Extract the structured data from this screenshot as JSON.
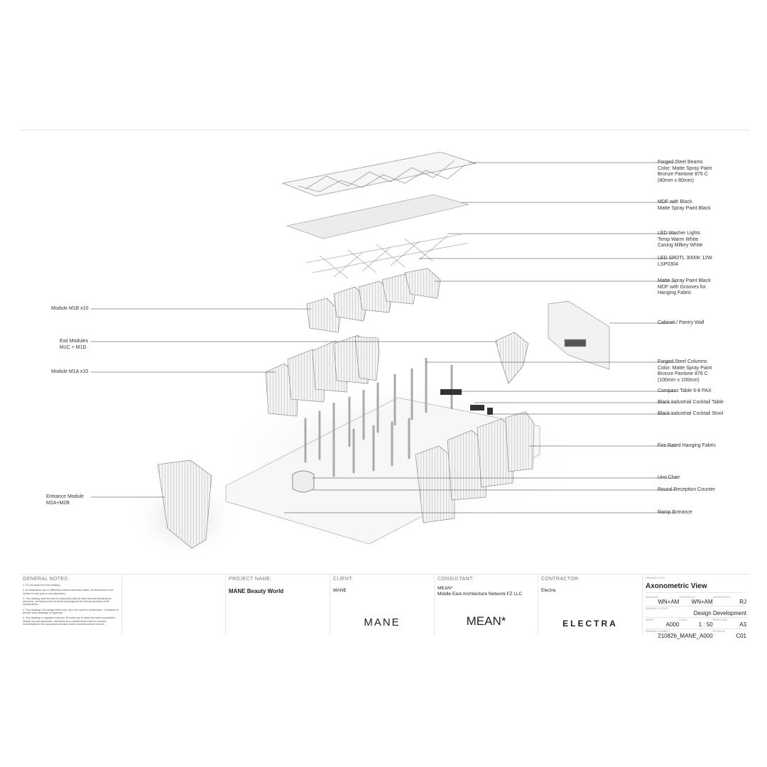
{
  "labels_right": [
    "Forged Steel Beams\nColor: Matte Spray Paint\nBronze Pantone 876 C\n(80mm x 80mm)",
    "MDF with Black\nMatte Spray Paint Black",
    "LED Washer Lights\nTemp Warm White\nCasing Milkey White",
    "LED SPOTL 3000K 12W\nLSP0304",
    "Matte Spray Paint Black\nMDF with Grooves for\nHanging Fabric",
    "Cabinet / Pantry Wall",
    "Forged Steel Columns\nColor: Matte Spray Paint\nBronze Pantone 876 C\n(100mm x 100mm)",
    "Compass Table 6-8 PAX",
    "Black Industrial Cocktail Table",
    "Black Industrial Cocktail Stool",
    "Fire Rated Hanging Fabric",
    "Uno Chair",
    "Round Reception Counter",
    "Ramp Entrance"
  ],
  "labels_left": [
    "Module M1B x10",
    "Exit Modules\nM1C + M1D",
    "Module M1A x10",
    "Entrance Module\nM2A+M2B"
  ],
  "title_block": {
    "general_notes": {
      "heading": "GENERAL NOTES:",
      "items": [
        "1. Do not scale from this drawing.",
        "2. All dimensions are in millimeters unless otherwise stated. All dimensions to be verified on site prior to any fabrication.",
        "3. This drawing shall be read in conjunction with all other relevant architectural, structural, mechanical and electrical drawings and all relevant sections of the specifications.",
        "4. This drawing is for design intent only, not to be used for construction. Contractor to provide shop drawings for approval.",
        "5. This drawing is copyright reserved. All works are to follow the latest consultant's details. Any discrepancies, omissions and contradictions must be reported immediately for the consultant's decision before commencement of work."
      ]
    },
    "project": {
      "heading": "PROJECT NAME:",
      "value": "MANE Beauty World"
    },
    "client": {
      "heading": "CLIENT:",
      "value": "MANE",
      "logo": "MANE"
    },
    "consultant": {
      "heading": "CONSULTANT:",
      "value": "MEAN*\nMiddle East Architecture Network FZ LLC",
      "logo": "MEAN*"
    },
    "contractor": {
      "heading": "CONTRACTOR:",
      "value": "Electra",
      "logo": "ELECTRA"
    },
    "drawing": {
      "title_heading": "DRAWING TITLE:",
      "title": "Axonometric View",
      "drawn_by_h": "DRAWN BY:",
      "drawn_by": "WN+AM",
      "checked_by_h": "CHECKED BY:",
      "checked_by": "WN+AM",
      "approved_by_h": "APPROVED BY:",
      "approved_by": "RJ",
      "status_h": "DRAWING STATUS:",
      "status": "Design Development",
      "sheet_h": "SHEET:",
      "sheet": "A000",
      "scale_h": "SCALE:",
      "scale": "1 : 50",
      "paper_h": "PAPER SIZE:",
      "paper": "A3",
      "number_h": "DRAWING NUMBER:",
      "number": "210826_MANE_A000",
      "revision_h": "REVISION:",
      "revision": "C01"
    }
  }
}
